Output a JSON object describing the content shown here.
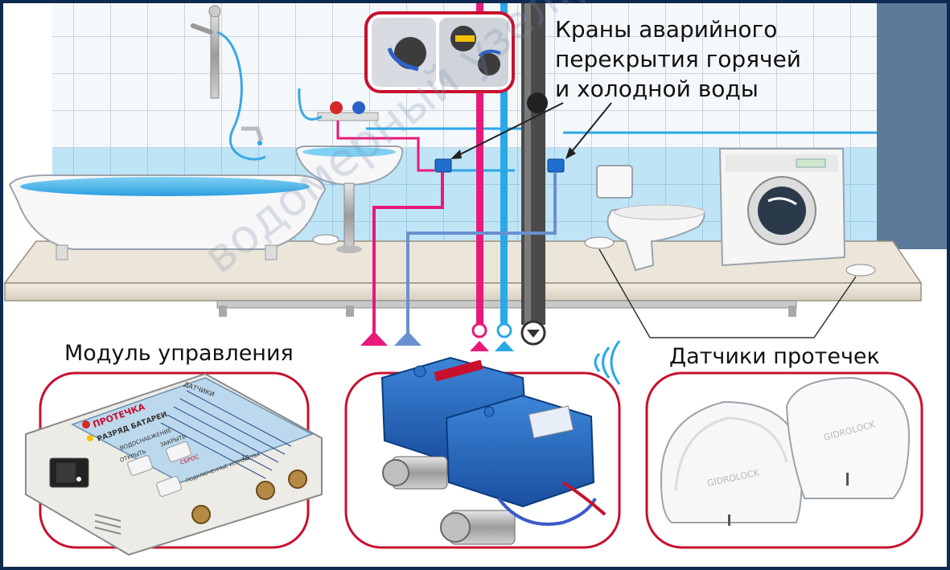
{
  "labels": {
    "valves_line1": "Краны аварийного",
    "valves_line2": "перекрытия горячей",
    "valves_line3": "и холодной воды",
    "control_module": "Модуль управления",
    "leak_sensors": "Датчики протечек"
  },
  "module_panel": {
    "alarm": "ПРОТЕЧКА",
    "battery": "РАЗРЯД БАТАРЕИ",
    "sensors_header": "ДАТЧИКИ",
    "open": "ОТКРЫТЬ",
    "close": "ЗАКРЫТЬ",
    "water_supply": "ВОДОСНАБЖЕНИЕ",
    "reset": "СБРОС",
    "connected_devices": "ПОДКЛЮЧЕННЫЕ УСТРОЙСТВА",
    "last_sensor_number": "15"
  },
  "sensor_brand": "GIDROLOCK",
  "watermark": "водомерный узел.рф",
  "colors": {
    "frame_dark": "#0f2a50",
    "wall_tile": "#eef4f8",
    "wall_tile_blue": "#bfe4f6",
    "pipe_hot": "#e8197a",
    "pipe_cold": "#2aa8e8",
    "valve_blue": "#1f5fb8",
    "callout_red": "#c8102e"
  }
}
